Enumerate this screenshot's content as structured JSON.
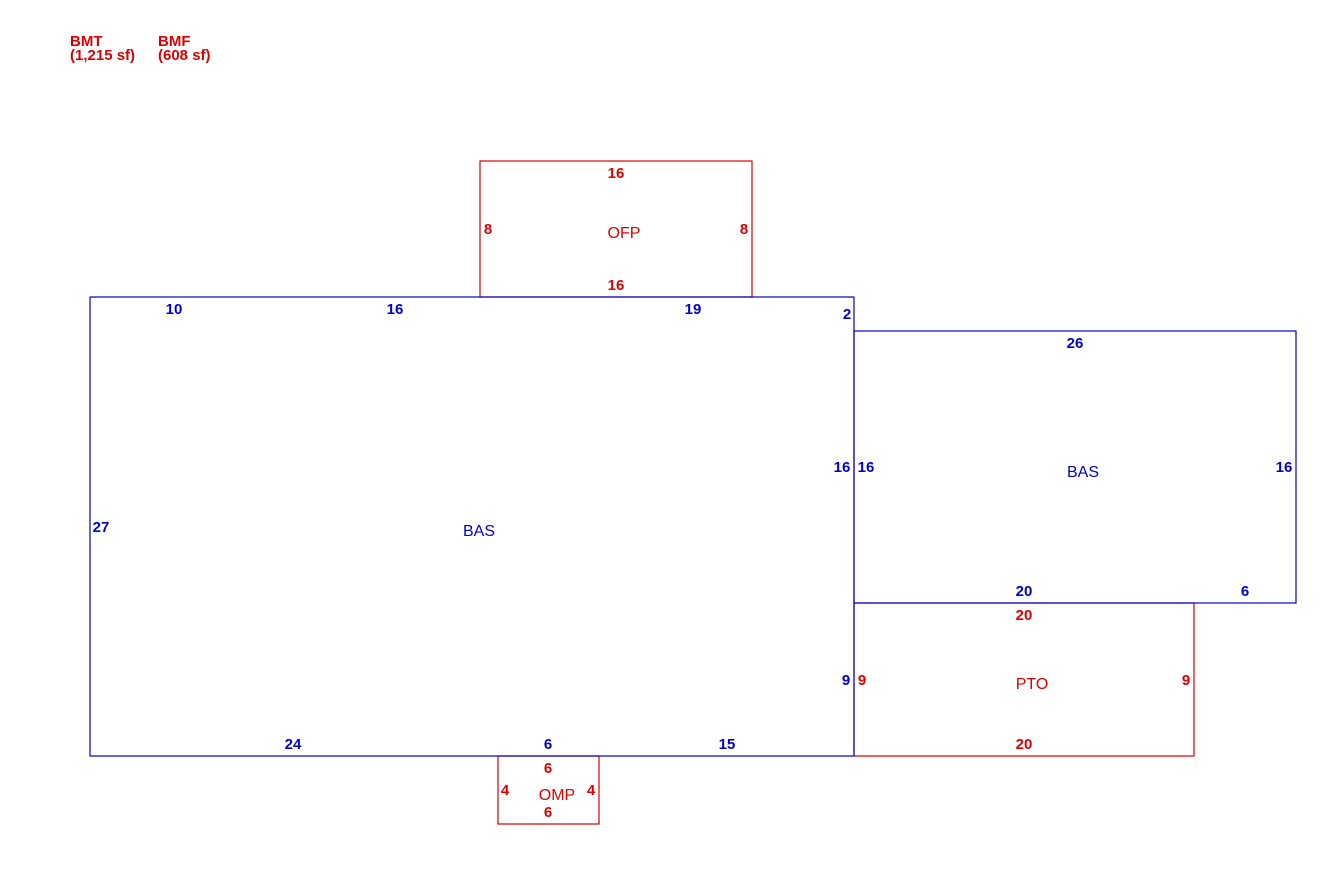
{
  "colors": {
    "blue": "#0000c8",
    "red": "#dc0000"
  },
  "legend": {
    "bmt_code": "BMT",
    "bmt_area": "(1,215 sf)",
    "bmf_code": "BMF",
    "bmf_area": "(608 sf)"
  },
  "areas": {
    "bas_main": {
      "name": "BAS",
      "top_left": "10",
      "top_mid": "16",
      "top_right": "19",
      "step": "2",
      "left": "27",
      "right_upper": "16",
      "right_lower": "9",
      "bottom_left": "24",
      "bottom_mid": "6",
      "bottom_right": "15"
    },
    "bas_right": {
      "name": "BAS",
      "top": "26",
      "left": "16",
      "right": "16",
      "bottom_left": "20",
      "bottom_right": "6"
    },
    "ofp": {
      "name": "OFP",
      "top": "16",
      "bottom": "16",
      "left": "8",
      "right": "8"
    },
    "pto": {
      "name": "PTO",
      "top": "20",
      "bottom": "20",
      "left": "9",
      "right": "9"
    },
    "omp": {
      "name": "OMP",
      "top": "6",
      "bottom": "6",
      "left": "4",
      "right": "4"
    }
  }
}
